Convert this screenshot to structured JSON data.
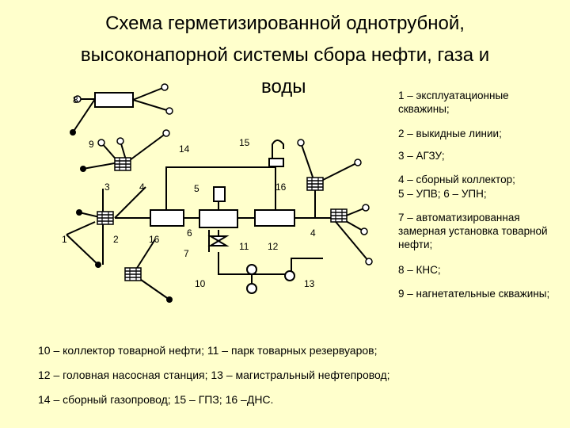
{
  "title": {
    "line1": "Схема герметизированной однотрубной,",
    "line2": "высоконапорной системы сбора нефти, газа и",
    "line3": "воды"
  },
  "legend": [
    "1 – эксплуатационные скважины;",
    "2 – выкидные линии;",
    "3 – АГЗУ;",
    "4 – сборный коллектор;",
    "5 – УПВ; 6 – УПН;",
    "7 – автоматизированная замерная установка товарной нефти;",
    "8 – КНС;",
    "9 – нагнетательные скважины;"
  ],
  "bottom_legend": [
    "10 – коллектор товарной нефти; 11 – парк товарных резервуаров;",
    "12 – головная насосная станция; 13 – магистральный нефтепровод;",
    "14 – сборный газопровод; 15 – ГПЗ; 16 –ДНС."
  ],
  "labels": {
    "n1": "1",
    "n2": "2",
    "n3": "3",
    "n4a": "4",
    "n4b": "4",
    "n5": "5",
    "n6": "6",
    "n7": "7",
    "n8": "8",
    "n9": "9",
    "n10": "10",
    "n11": "11",
    "n12": "12",
    "n13": "13",
    "n14": "14",
    "n15": "15",
    "n16a": "16",
    "n16b": "16"
  }
}
